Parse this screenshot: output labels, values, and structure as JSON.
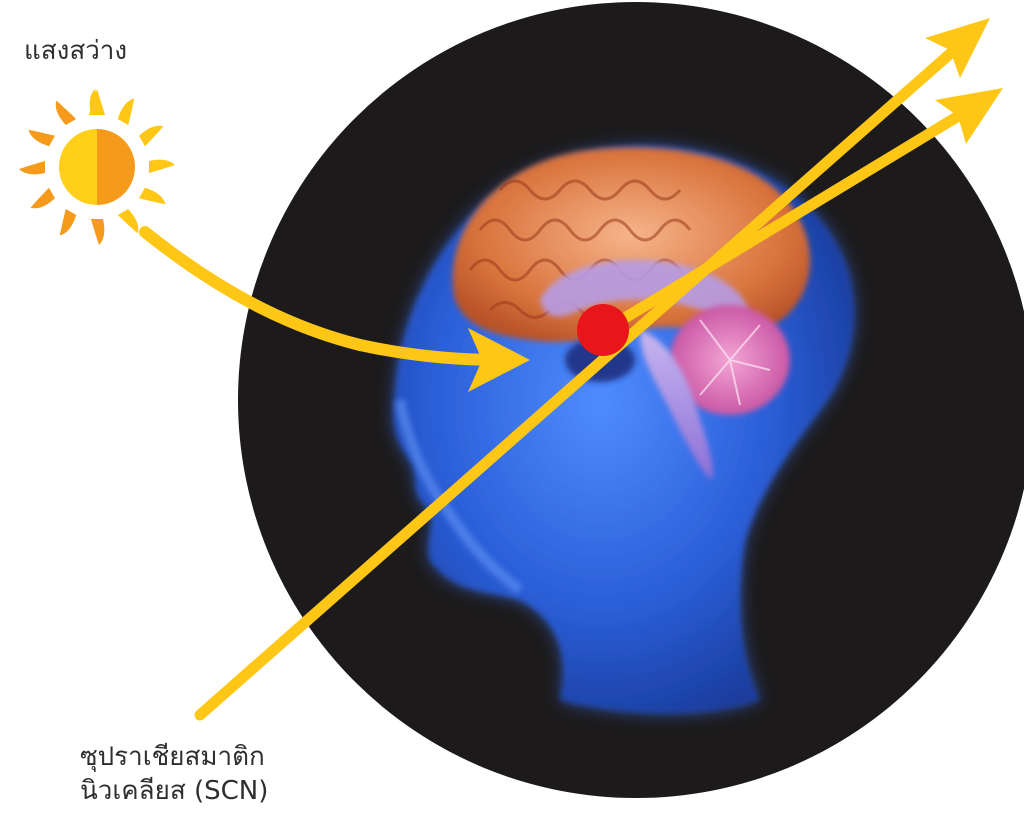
{
  "labels": {
    "light": "แสงสว่าง",
    "scn_line1": "ซุปราเชียสมาติก",
    "scn_line2": "นิวเคลียส (SCN)"
  },
  "colors": {
    "background": "#ffffff",
    "circle": "#1c1a1b",
    "arrow": "#ffc715",
    "scn_dot": "#e8161b",
    "head_blue": "#2b5fd9",
    "brain_orange": "#d9743d",
    "sun_yellow": "#ffcf1a",
    "sun_orange": "#f59a1a"
  },
  "icons": [
    "sun-icon",
    "head-brain-illustration"
  ]
}
